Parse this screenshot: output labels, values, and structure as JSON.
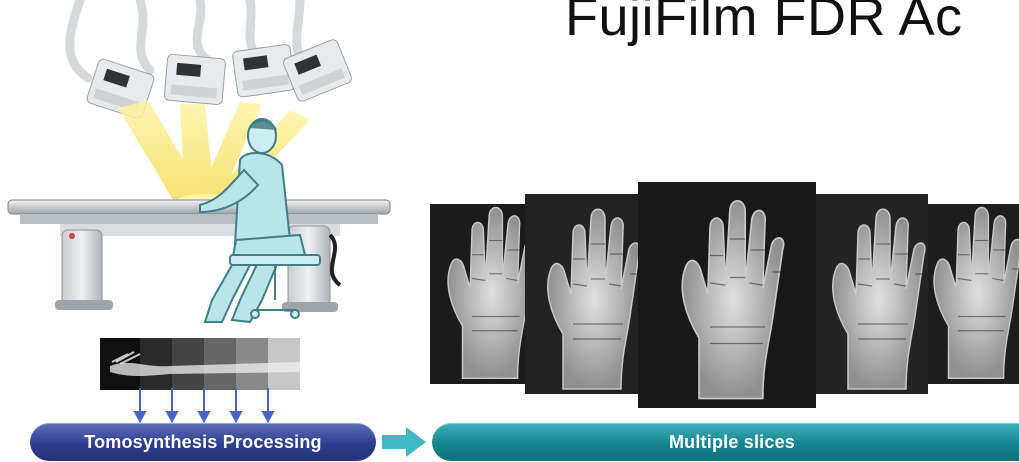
{
  "title": "FujiFilm FDR Ac",
  "labels": {
    "tomosynthesis": "Tomosynthesis Processing",
    "slices": "Multiple slices"
  },
  "colors": {
    "tomosynthesis_pill": "#2e3d8f",
    "slices_pill": "#15858f",
    "connector_arrow": "#41b8c4",
    "xray_beam": "#f3dc55",
    "patient_gown": "#b9e4e8"
  },
  "icons": {
    "connector": "right-arrow-icon",
    "down_arrow": "down-arrow-icon"
  }
}
